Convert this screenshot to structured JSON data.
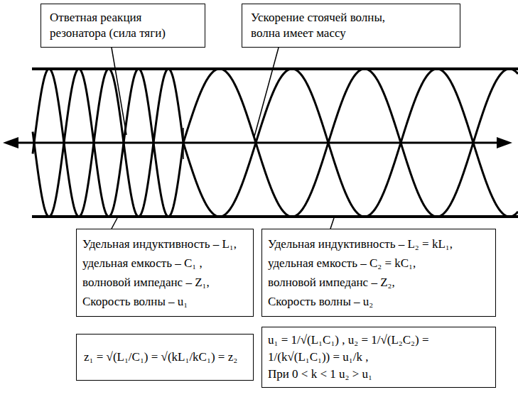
{
  "diagram": {
    "nodes": [
      {
        "text": [
          "Ответная реакция резонатора (сила тяги)"
        ]
      },
      {
        "text": [
          "Ускорение стоячей волны, волна имеет массу"
        ]
      },
      {
        "text": [
          "Удельная индуктивность – L₁,",
          "удельная емкость – C₁ ,",
          "волновой импеданс – Z₁,",
          "Скорость волны – u₁"
        ]
      },
      {
        "text": [
          "Удельная индуктивность – L₂ = kL₁,",
          "удельная емкость – C₂ = kC₁,",
          "волновой импеданс – Z₂,",
          "Скорость волны – u₂"
        ]
      },
      {
        "text": [
          "z₁ = √(L₁/C₁) = √(kL₁/kC₁) = z₂"
        ]
      },
      {
        "text": [
          "u₁ = 1/√(L₁C₁) , u₂ = 1/√(L₂C₂) = 1/(k√(L₁C₁)) = u₁/k ,",
          "При 0 < k < 1 u₂ > u₁"
        ]
      }
    ]
  }
}
